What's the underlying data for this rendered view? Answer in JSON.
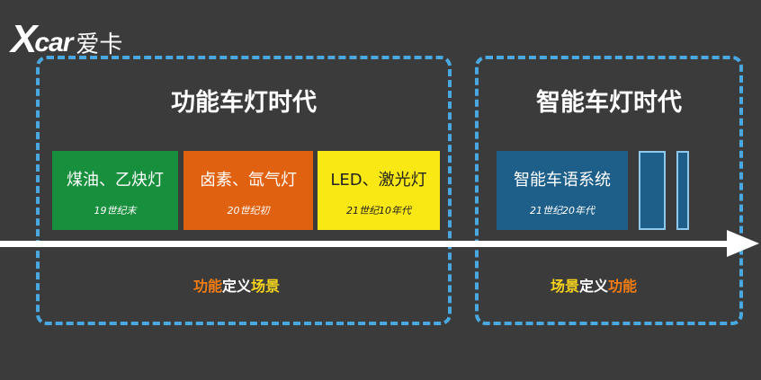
{
  "logo": {
    "x": "X",
    "car": "car",
    "cn": "爱卡"
  },
  "eras": {
    "functional": {
      "title": "功能车灯时代"
    },
    "smart": {
      "title": "智能车灯时代"
    }
  },
  "stages": [
    {
      "name": "煤油、乙炔灯",
      "period": "19世纪末",
      "color": "#188f3d"
    },
    {
      "name": "卤素、氙气灯",
      "period": "20世纪初",
      "color": "#e0610f"
    },
    {
      "name": "LED、激光灯",
      "period": "21世纪10年代",
      "color": "#f9e813"
    },
    {
      "name": "智能车语系统",
      "period": "21世纪20年代",
      "color": "#1e5f8a"
    }
  ],
  "mottos": {
    "left": {
      "part1": "功能",
      "part2": "定义",
      "part3": "场景"
    },
    "right": {
      "part1": "场景",
      "part2": "定义",
      "part3": "功能"
    }
  },
  "colors": {
    "background": "#3b3b3b",
    "dashed_border": "#4aa8e0",
    "accent_orange": "#f07c12",
    "accent_yellow": "#f5d21c"
  }
}
